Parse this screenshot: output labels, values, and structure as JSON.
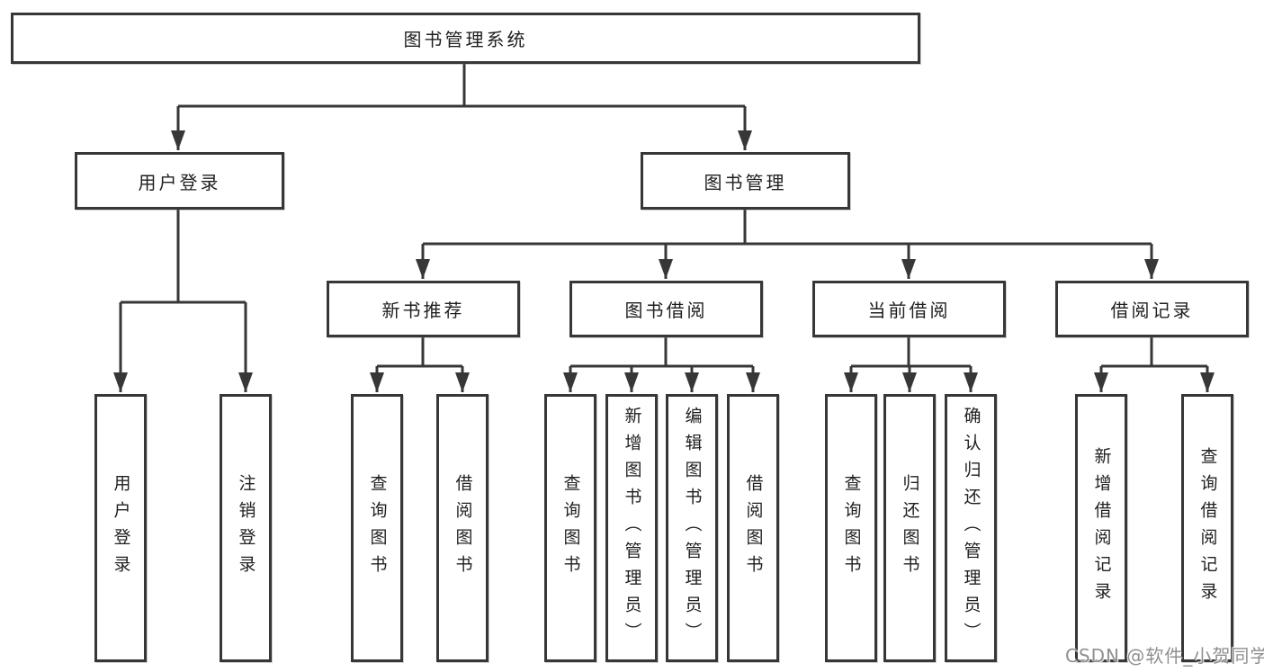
{
  "diagram": {
    "root": {
      "label": "图书管理系统"
    },
    "branches": [
      {
        "label": "用户登录",
        "children": [
          {
            "label": "用户登录"
          },
          {
            "label": "注销登录"
          }
        ]
      },
      {
        "label": "图书管理",
        "children": [
          {
            "label": "新书推荐",
            "children": [
              {
                "label": "查询图书"
              },
              {
                "label": "借阅图书"
              }
            ]
          },
          {
            "label": "图书借阅",
            "children": [
              {
                "label": "查询图书"
              },
              {
                "label": "新增图书（管理员）"
              },
              {
                "label": "编辑图书（管理员）"
              },
              {
                "label": "借阅图书"
              }
            ]
          },
          {
            "label": "当前借阅",
            "children": [
              {
                "label": "查询图书"
              },
              {
                "label": "归还图书"
              },
              {
                "label": "确认归还（管理员）"
              }
            ]
          },
          {
            "label": "借阅记录",
            "children": [
              {
                "label": "新增借阅记录"
              },
              {
                "label": "查询借阅记录"
              }
            ]
          }
        ]
      }
    ],
    "colors": {
      "line": "#373737",
      "box_border": "#373737",
      "text": "#1f1f1f",
      "watermark": "#8f8f8f",
      "background": "#ffffff"
    },
    "watermark": "CSDN @软件_小贺同学"
  }
}
